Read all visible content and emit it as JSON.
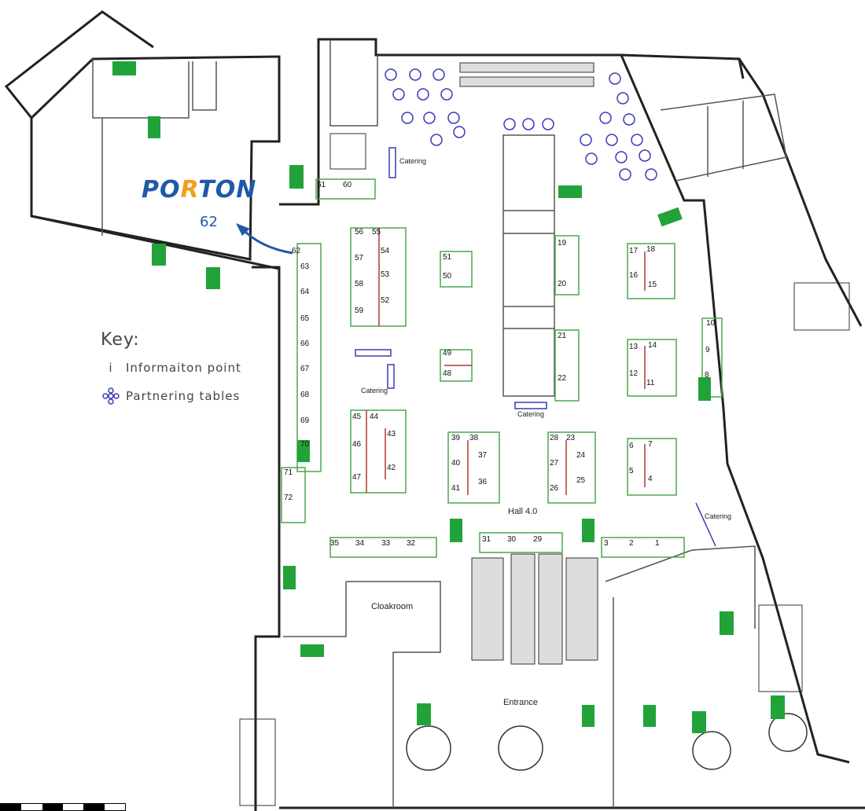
{
  "brand": {
    "prefix": "PO",
    "accent": "R",
    "suffix": "TON",
    "booth": "62"
  },
  "key": {
    "title": "Key:",
    "info_symbol": "i",
    "info_label": "Informaiton point",
    "tables_label": "Partnering tables"
  },
  "labels": {
    "hall": "Hall 4.0",
    "cloakroom": "Cloakroom",
    "entrance": "Entrance",
    "catering": "Catering"
  },
  "booths": [
    "1",
    "2",
    "3",
    "4",
    "5",
    "6",
    "7",
    "8",
    "9",
    "10",
    "11",
    "12",
    "13",
    "14",
    "15",
    "16",
    "17",
    "18",
    "19",
    "20",
    "21",
    "22",
    "23",
    "24",
    "25",
    "26",
    "27",
    "28",
    "29",
    "30",
    "31",
    "32",
    "33",
    "34",
    "35",
    "36",
    "37",
    "38",
    "39",
    "40",
    "41",
    "42",
    "43",
    "44",
    "45",
    "46",
    "47",
    "48",
    "49",
    "50",
    "51",
    "52",
    "53",
    "54",
    "55",
    "56",
    "57",
    "58",
    "59",
    "60",
    "61",
    "62",
    "63",
    "64",
    "65",
    "66",
    "67",
    "68",
    "69",
    "70",
    "71",
    "72"
  ],
  "colors": {
    "booth_outline": "#4aa84a",
    "booth_partition": "#b03a2e",
    "brand": "#1f5aa6",
    "brand_accent": "#f0a11c",
    "exit_sign": "#22a33a",
    "table_icon": "#3b3bb3",
    "wall": "#222222"
  }
}
